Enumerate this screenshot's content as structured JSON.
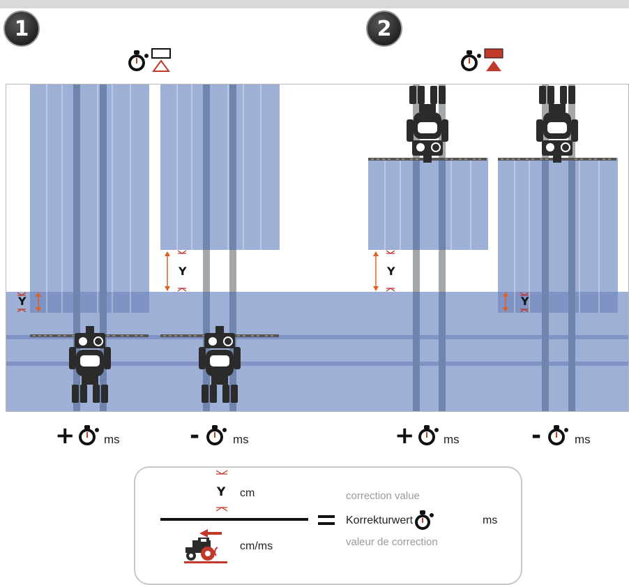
{
  "steps": [
    {
      "number": "1"
    },
    {
      "number": "2"
    }
  ],
  "field_markers": {
    "y_symbol": "Y"
  },
  "bottom_labels": [
    {
      "sign": "+",
      "unit": "ms"
    },
    {
      "sign": "-",
      "unit": "ms"
    },
    {
      "sign": "+",
      "unit": "ms"
    },
    {
      "sign": "-",
      "unit": "ms"
    }
  ],
  "formula": {
    "y_symbol": "Y",
    "numerator_unit": "cm",
    "denominator_unit": "cm/ms",
    "equals": "=",
    "line_en": "correction value",
    "line_de": "Korrekturwert",
    "line_fr": "valeur de correction",
    "result_unit": "ms"
  },
  "icons": {
    "step1_indicator": "stopwatch-with-outlined-section-icon",
    "step2_indicator": "stopwatch-with-filled-red-section-icon",
    "tractor": "tractor-top-view-icon",
    "stopwatch": "stopwatch-icon",
    "tractor_speed": "tractor-speed-icon"
  },
  "colors": {
    "applied_area": "#9fb0d6",
    "applied_area_dark": "#7f93c4",
    "track": "#6f85ad",
    "marker_red": "#c0392b",
    "marker_orange": "#e06020",
    "tractor": "#2b2b2b",
    "formula_gray_text": "#9a9a9a"
  }
}
